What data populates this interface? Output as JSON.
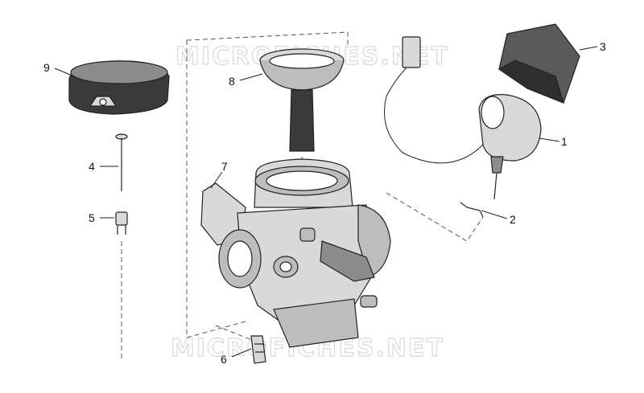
{
  "watermark": "MICROFICHES.NET",
  "callouts": [
    "1",
    "2",
    "3",
    "4",
    "5",
    "6",
    "7",
    "8",
    "9"
  ],
  "colors": {
    "part_dark": "#3a3a3a",
    "part_mid": "#8c8c8c",
    "part_light": "#d9d9d9",
    "line": "#222222"
  }
}
